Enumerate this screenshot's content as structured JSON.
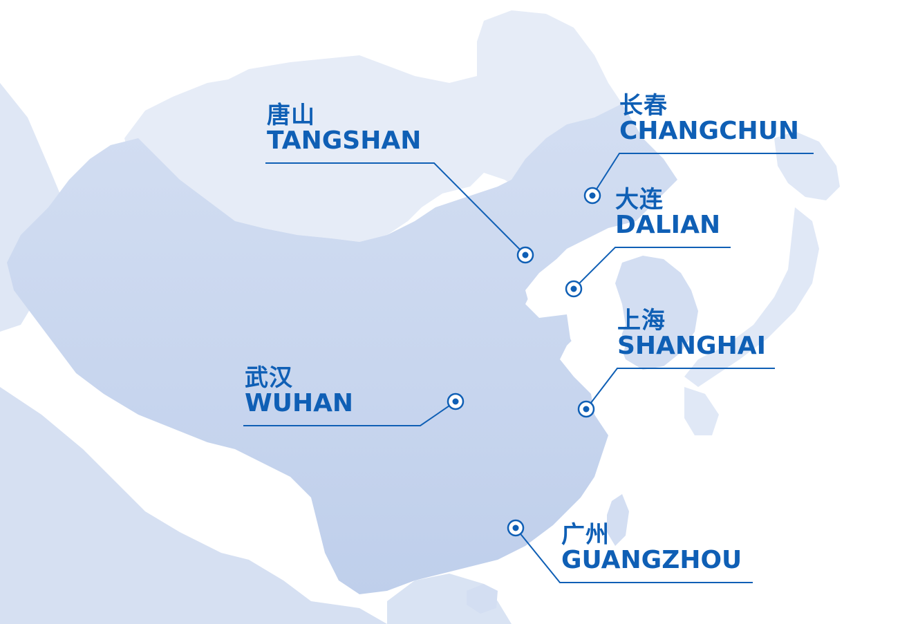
{
  "map": {
    "cities": [
      {
        "id": "tangshan",
        "name_cn": "唐山",
        "name_en": "TANGSHAN"
      },
      {
        "id": "changchun",
        "name_cn": "长春",
        "name_en": "CHANGCHUN"
      },
      {
        "id": "dalian",
        "name_cn": "大连",
        "name_en": "DALIAN"
      },
      {
        "id": "shanghai",
        "name_cn": "上海",
        "name_en": "SHANGHAI"
      },
      {
        "id": "wuhan",
        "name_cn": "武汉",
        "name_en": "WUHAN"
      },
      {
        "id": "guangzhou",
        "name_cn": "广州",
        "name_en": "GUANGZHOU"
      }
    ],
    "colors": {
      "accent": "#0f5fb5",
      "land_light": "#e6ecf7",
      "land_china": "#c9d6ee",
      "sea": "#ffffff"
    }
  }
}
